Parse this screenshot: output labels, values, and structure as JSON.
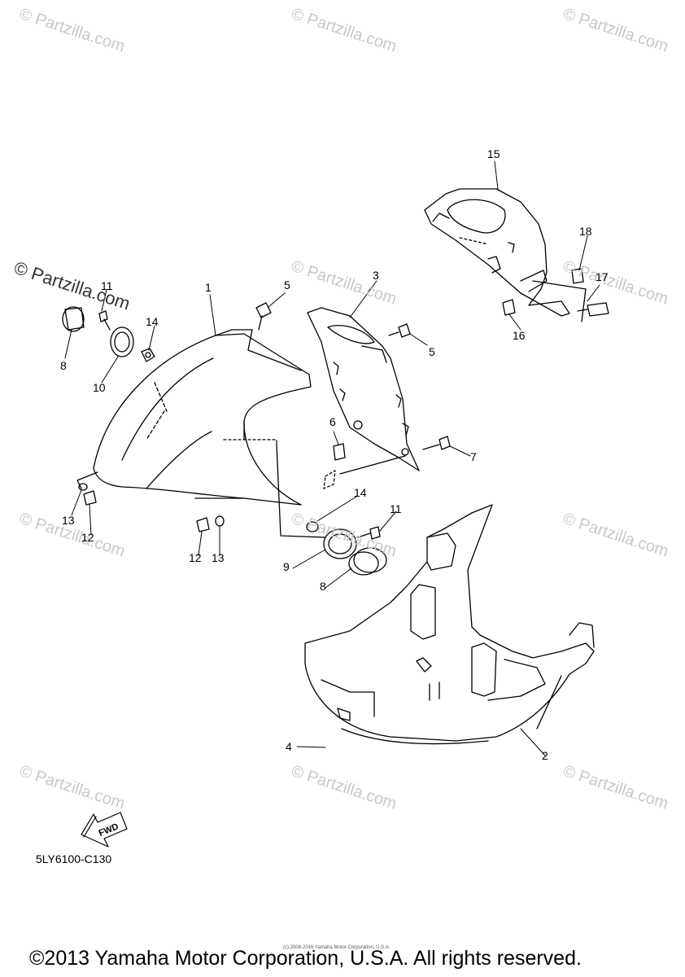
{
  "watermark": "© Partzilla.com",
  "callouts": {
    "c1": "1",
    "c2": "2",
    "c3": "3",
    "c4": "4",
    "c5a": "5",
    "c5b": "5",
    "c6": "6",
    "c7": "7",
    "c8a": "8",
    "c8b": "8",
    "c9": "9",
    "c10": "10",
    "c11a": "11",
    "c11b": "11",
    "c12a": "12",
    "c12b": "12",
    "c13a": "13",
    "c13b": "13",
    "c14a": "14",
    "c14b": "14",
    "c15": "15",
    "c16": "16",
    "c17": "17",
    "c18": "18"
  },
  "fwd_label": "FWD",
  "diagram_code": "5LY6100-C130",
  "small_copyright": "(c) 2008-2016 Yamaha Motor Corporation, U.S.A.",
  "copyright": "©2013 Yamaha Motor Corporation, U.S.A. All rights reserved."
}
